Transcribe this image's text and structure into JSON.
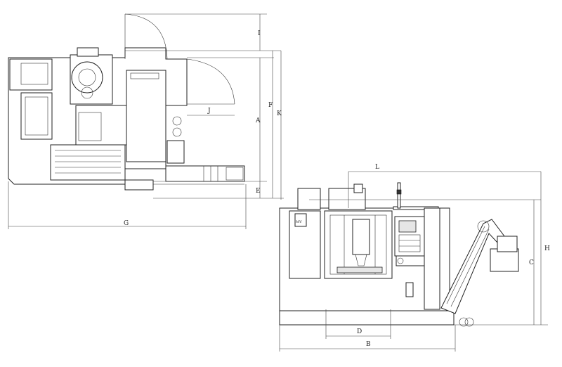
{
  "dimension_labels": {
    "plan_I": "I",
    "plan_J": "J",
    "plan_A": "A",
    "plan_E": "E",
    "plan_F": "F",
    "plan_K": "K",
    "plan_G": "G",
    "front_L": "L",
    "front_C": "C",
    "front_H": "H",
    "front_D": "D",
    "front_B": "B"
  },
  "panel_badge": "MV"
}
